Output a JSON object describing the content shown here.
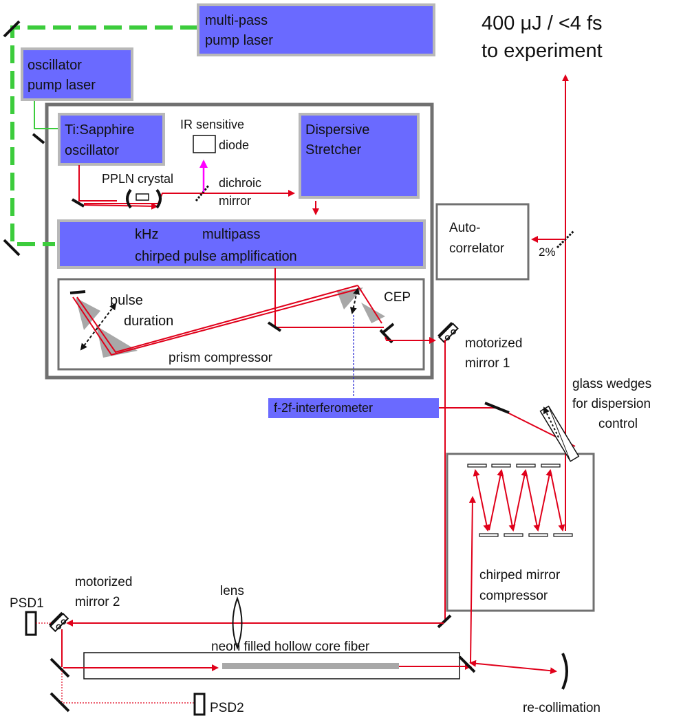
{
  "output": {
    "line1": "400 μJ / <4 fs",
    "line2": "to experiment"
  },
  "boxes": {
    "multipass_pump": [
      "multi-pass",
      "pump laser"
    ],
    "oscillator_pump": [
      "oscillator",
      "pump laser"
    ],
    "oscillator": [
      "Ti:Sapphire",
      "oscillator"
    ],
    "stretcher": [
      "Dispersive",
      "Stretcher"
    ],
    "amplifier": {
      "kHz": "kHz",
      "multipass": "multipass",
      "line2": "chirped pulse amplification"
    },
    "f2f": "f-2f-interferometer",
    "autocorrelator": [
      "Auto-",
      "correlator"
    ]
  },
  "labels": {
    "ir_diode_line1": "IR sensitive",
    "ir_diode_line2": "diode",
    "ppln": "PPLN crystal",
    "dichroic": [
      "dichroic",
      "mirror"
    ],
    "pulse_duration": [
      "pulse",
      "duration"
    ],
    "cep": "CEP",
    "prism_compressor": "prism compressor",
    "motorized_mirror1": [
      "motorized",
      "mirror 1"
    ],
    "motorized_mirror2": [
      "motorized",
      "mirror 2"
    ],
    "glass_wedges": [
      "glass wedges",
      "for dispersion",
      "control"
    ],
    "chirped_mirror": [
      "chirped mirror",
      "compressor"
    ],
    "lens": "lens",
    "psd1": "PSD1",
    "psd2": "PSD2",
    "fiber": "neon filled hollow core fiber",
    "recollimation": "re-collimation",
    "split": "2%"
  },
  "colors": {
    "box_fill": "#6a6aff",
    "beam": "#e0001a",
    "pump_beam": "#3ccc3c",
    "diode_arrow": "#ff00ff",
    "f2f_link": "#2020d0"
  }
}
